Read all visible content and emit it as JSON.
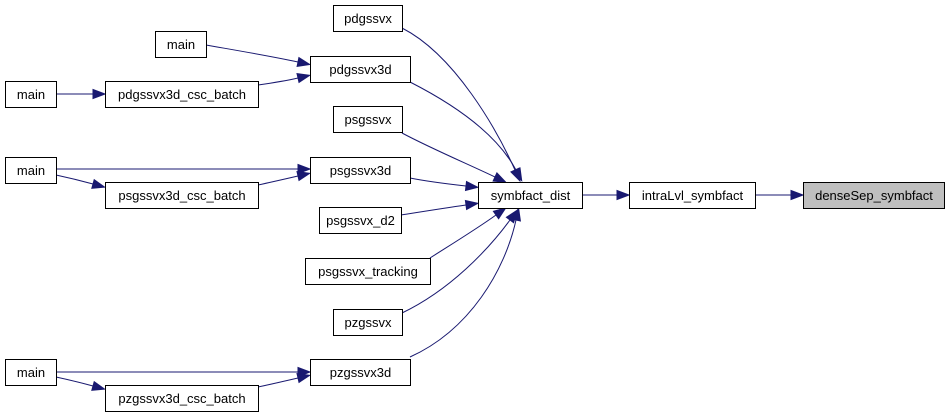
{
  "diagram": {
    "title": "",
    "edge_color": "#191970",
    "root_fill": "#bfbfbf",
    "nodes": [
      {
        "id": "denseSep_symbfact",
        "label": "denseSep_symbfact",
        "root": true
      },
      {
        "id": "intraLvl_symbfact",
        "label": "intraLvl_symbfact"
      },
      {
        "id": "symbfact_dist",
        "label": "symbfact_dist"
      },
      {
        "id": "pdgssvx",
        "label": "pdgssvx"
      },
      {
        "id": "pdgssvx3d",
        "label": "pdgssvx3d"
      },
      {
        "id": "psgssvx",
        "label": "psgssvx"
      },
      {
        "id": "psgssvx3d",
        "label": "psgssvx3d"
      },
      {
        "id": "psgssvx_d2",
        "label": "psgssvx_d2"
      },
      {
        "id": "psgssvx_tracking",
        "label": "psgssvx_tracking"
      },
      {
        "id": "pzgssvx",
        "label": "pzgssvx"
      },
      {
        "id": "pzgssvx3d",
        "label": "pzgssvx3d"
      },
      {
        "id": "main_pd",
        "label": "main"
      },
      {
        "id": "pdgssvx3d_csc_batch",
        "label": "pdgssvx3d_csc_batch"
      },
      {
        "id": "main_pd_batch",
        "label": "main"
      },
      {
        "id": "main_ps",
        "label": "main"
      },
      {
        "id": "psgssvx3d_csc_batch",
        "label": "psgssvx3d_csc_batch"
      },
      {
        "id": "main_pz",
        "label": "main"
      },
      {
        "id": "pzgssvx3d_csc_batch",
        "label": "pzgssvx3d_csc_batch"
      }
    ],
    "edges": [
      {
        "from": "intraLvl_symbfact",
        "to": "denseSep_symbfact"
      },
      {
        "from": "symbfact_dist",
        "to": "intraLvl_symbfact"
      },
      {
        "from": "pdgssvx",
        "to": "symbfact_dist"
      },
      {
        "from": "pdgssvx3d",
        "to": "symbfact_dist"
      },
      {
        "from": "psgssvx",
        "to": "symbfact_dist"
      },
      {
        "from": "psgssvx3d",
        "to": "symbfact_dist"
      },
      {
        "from": "psgssvx_d2",
        "to": "symbfact_dist"
      },
      {
        "from": "psgssvx_tracking",
        "to": "symbfact_dist"
      },
      {
        "from": "pzgssvx",
        "to": "symbfact_dist"
      },
      {
        "from": "pzgssvx3d",
        "to": "symbfact_dist"
      },
      {
        "from": "main_pd",
        "to": "pdgssvx3d"
      },
      {
        "from": "pdgssvx3d_csc_batch",
        "to": "pdgssvx3d"
      },
      {
        "from": "main_pd_batch",
        "to": "pdgssvx3d_csc_batch"
      },
      {
        "from": "main_ps",
        "to": "psgssvx3d"
      },
      {
        "from": "main_ps",
        "to": "psgssvx3d_csc_batch"
      },
      {
        "from": "psgssvx3d_csc_batch",
        "to": "psgssvx3d"
      },
      {
        "from": "main_pz",
        "to": "pzgssvx3d"
      },
      {
        "from": "main_pz",
        "to": "pzgssvx3d_csc_batch"
      },
      {
        "from": "pzgssvx3d_csc_batch",
        "to": "pzgssvx3d"
      }
    ]
  }
}
